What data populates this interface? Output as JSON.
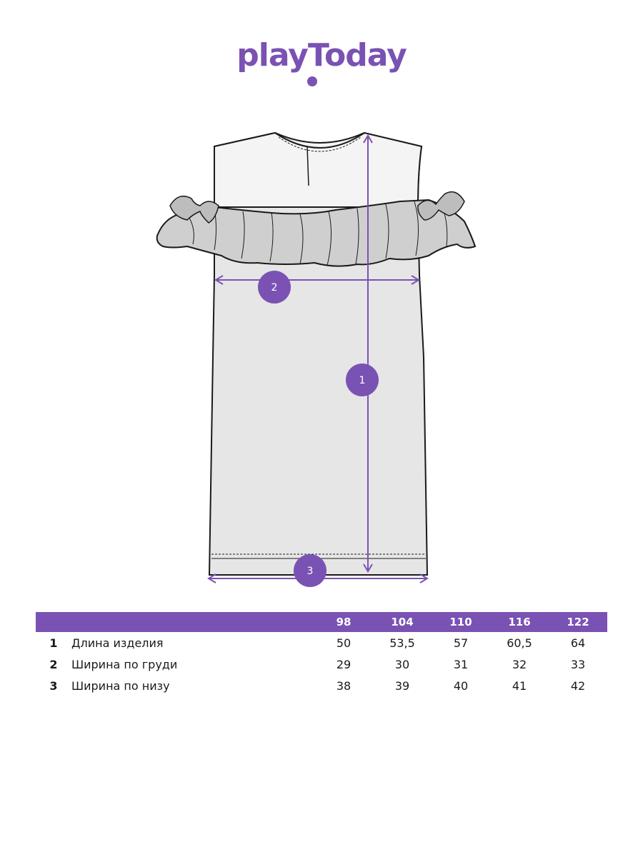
{
  "brand": {
    "logo_text": "playToday",
    "color": "#7a52b3"
  },
  "markers": [
    {
      "id": "1",
      "label": "1"
    },
    {
      "id": "2",
      "label": "2"
    },
    {
      "id": "3",
      "label": "3"
    }
  ],
  "table": {
    "sizes": [
      "98",
      "104",
      "110",
      "116",
      "122"
    ],
    "rows": [
      {
        "num": "1",
        "name": "Длина изделия",
        "values": [
          "50",
          "53,5",
          "57",
          "60,5",
          "64"
        ]
      },
      {
        "num": "2",
        "name": "Ширина по груди",
        "values": [
          "29",
          "30",
          "31",
          "32",
          "33"
        ]
      },
      {
        "num": "3",
        "name": "Ширина по низу",
        "values": [
          "38",
          "39",
          "40",
          "41",
          "42"
        ]
      }
    ]
  }
}
